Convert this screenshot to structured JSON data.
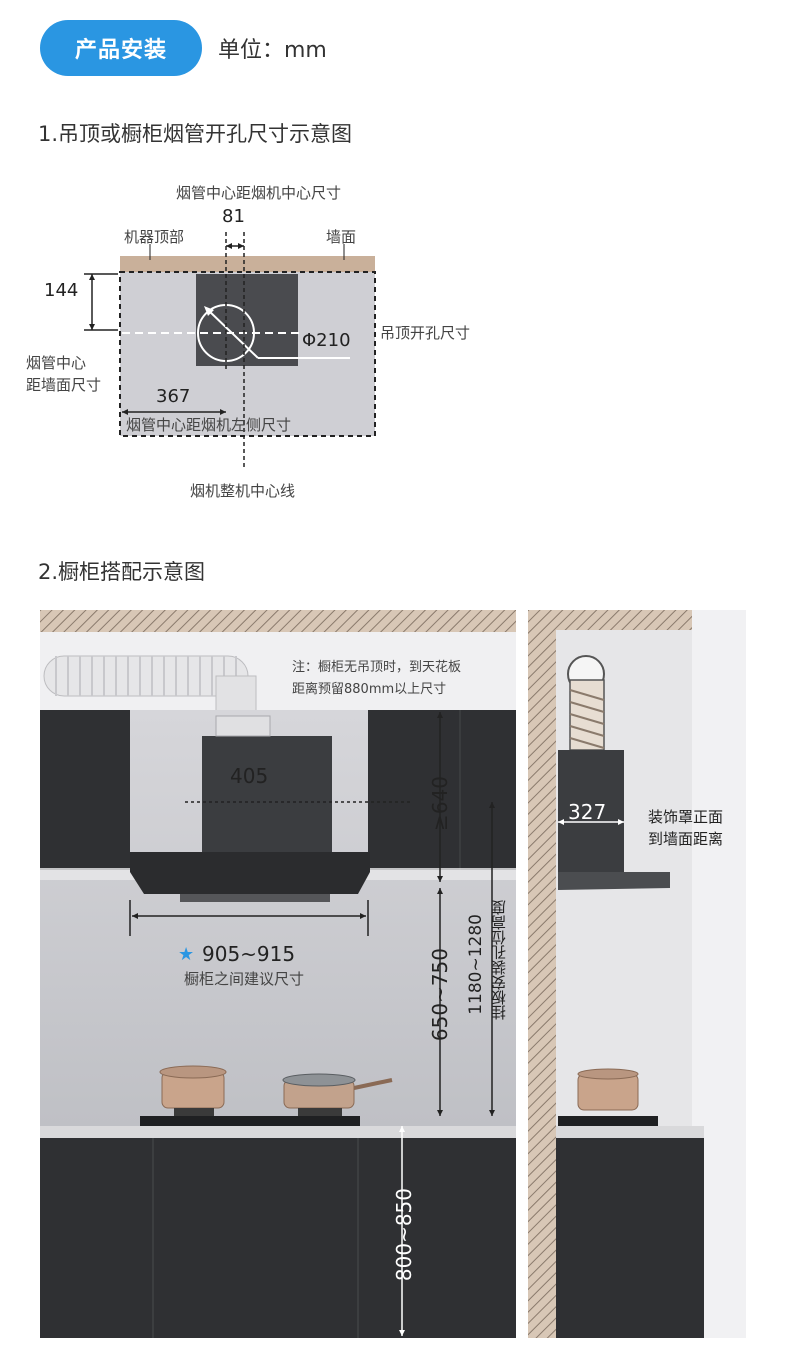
{
  "header": {
    "badge": "产品安装",
    "unit": "单位：mm"
  },
  "section1": {
    "title": "1.吊顶或橱柜烟管开孔尺寸示意图",
    "label_duct_to_hood_center": "烟管中心距烟机中心尺寸",
    "value_81": "81",
    "label_machine_top": "机器顶部",
    "label_wall": "墙面",
    "value_144": "144",
    "value_phi210": "Φ210",
    "label_ceiling_hole": "吊顶开孔尺寸",
    "label_duct_to_wall_line1": "烟管中心",
    "label_duct_to_wall_line2": "距墙面尺寸",
    "value_367": "367",
    "label_duct_to_left": "烟管中心距烟机左侧尺寸",
    "label_centerline": "烟机整机中心线"
  },
  "section2": {
    "title": "2.橱柜搭配示意图",
    "note_line1": "注：橱柜无吊顶时，到天花板",
    "note_line2": "距离预留880mm以上尺寸",
    "value_405": "405",
    "value_640": "≥640",
    "value_905_915": "905~915",
    "label_cabinet_gap": "橱柜之间建议尺寸",
    "value_650_750": "650~750",
    "value_1180_1280": "1180~1280",
    "label_hanger_height": "挂板安装孔位高度",
    "value_800_850": "800~850",
    "value_327": "327",
    "label_cover_line1": "装饰罩正面",
    "label_cover_line2": "到墙面距离"
  },
  "colors": {
    "accent": "#2a96e2",
    "ceiling_tan": "#c9b09a",
    "panel_gray": "#cdcdd2",
    "cabinet_dark": "#2f3033",
    "hood_dark": "#3b3d40",
    "star_blue": "#2a96e2"
  }
}
